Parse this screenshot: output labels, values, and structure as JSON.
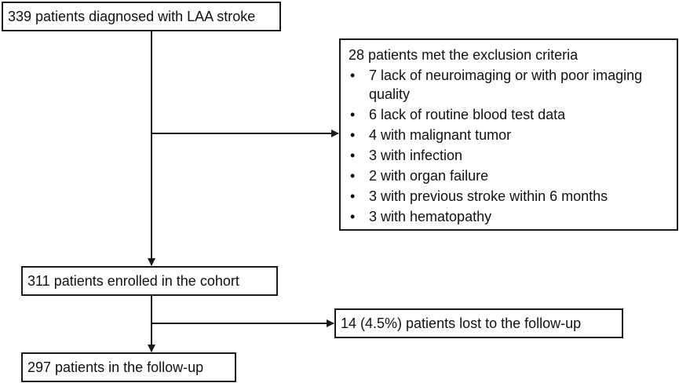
{
  "flowchart": {
    "start": "339 patients diagnosed with LAA stroke",
    "exclusion": {
      "title": "28 patients met the exclusion criteria",
      "items": [
        "7 lack of neuroimaging or with poor imaging quality",
        "6 lack of routine blood test data",
        "4 with malignant tumor",
        "3 with infection",
        "2 with organ failure",
        "3 with previous stroke within 6 months",
        "3 with hematopathy"
      ]
    },
    "enrolled": "311 patients enrolled in the cohort",
    "lost": "14 (4.5%) patients lost to the follow-up",
    "followup": "297 patients in the follow-up"
  }
}
